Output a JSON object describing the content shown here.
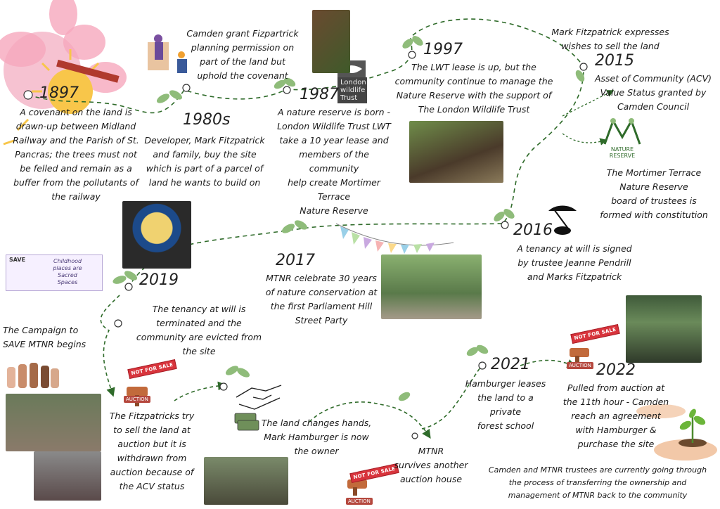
{
  "colors": {
    "path": "#2f6b2a",
    "leaf": "#8fbc7a",
    "text": "#1a1a1a",
    "stamp": "#d8343c"
  },
  "events": {
    "e1897": {
      "year": "1897",
      "text": [
        "A covenant on the land is",
        "drawn-up between Midland",
        "Railway and the Parish of St.",
        "Pancras; the trees must not",
        "be felled and remain as a",
        "buffer from the pollutants of",
        "the railway"
      ]
    },
    "camden": {
      "text": [
        "Camden grant Fizpartrick",
        "planning permission on",
        "part of the land but",
        "uphold the covenant"
      ]
    },
    "e1980s": {
      "year": "1980s",
      "text": [
        "Developer, Mark Fitzpatrick",
        "and family, buy the site",
        "which is part of a parcel of",
        "land he wants to build on"
      ]
    },
    "e1987": {
      "year": "1987",
      "text": [
        "A nature reserve is born -",
        "London Wildlife Trust LWT",
        "take a 10 year lease and",
        "members of the community",
        "help create Mortimer",
        "Terrace",
        "Nature Reserve"
      ]
    },
    "e1997": {
      "year": "1997",
      "text": [
        "The LWT lease is up, but the",
        "community continue to manage the",
        "Nature Reserve with the support of",
        "The London Wildlife Trust"
      ]
    },
    "e2015": {
      "year": "2015",
      "pre": [
        "Mark Fitzpatrick expresses",
        "wishes to sell the land"
      ],
      "acv": [
        "Asset of Community (ACV)",
        "Value Status granted by",
        "Camden Council"
      ],
      "board": [
        "The Mortimer Terrace",
        "Nature Reserve",
        "board of trustees is",
        "formed with constitution"
      ]
    },
    "e2016": {
      "year": "2016",
      "text": [
        "A tenancy at will is signed",
        "by trustee Jeanne Pendrill",
        "and Marks Fitzpatrick"
      ]
    },
    "e2017": {
      "year": "2017",
      "text": [
        "MTNR celebrate 30 years",
        "of nature conservation at",
        "the first  Parliament Hill",
        "Street Party"
      ]
    },
    "e2019": {
      "year": "2019",
      "text": [
        "The tenancy at will is",
        "terminated and the",
        "community are evicted from",
        "the site"
      ]
    },
    "campaign": {
      "text": [
        "The Campaign to",
        "SAVE MTNR begins"
      ]
    },
    "auction1": {
      "text": [
        "The Fitzpatricks try",
        "to sell the land at",
        "auction but it is",
        "withdrawn from",
        "auction because of",
        "the ACV status"
      ]
    },
    "hands": {
      "text": [
        "The land changes hands,",
        "Mark Hamburger is now",
        "the owner"
      ]
    },
    "survives": {
      "text": [
        "MTNR",
        "survives another",
        "auction house"
      ]
    },
    "e2021": {
      "year": "2021",
      "text": [
        "Hamburger leases",
        "the land to a",
        "private",
        "forest school"
      ]
    },
    "e2022": {
      "year": "2022",
      "text": [
        "Pulled from auction at",
        "the 11th hour - Camden",
        "reach an agreement",
        "with Hamburger &",
        "purchase the site"
      ]
    },
    "current": {
      "text": [
        "Camden and MTNR trustees are currently going through",
        "the process of transferring the ownership and",
        "management of MTNR back to the community"
      ]
    }
  },
  "logos": {
    "lwt": [
      "London",
      "wildlife",
      "Trust"
    ],
    "nature_reserve": [
      "NATURE",
      "RESERVE"
    ]
  },
  "stamps": {
    "not_for_sale": "NOT FOR SALE",
    "auction": "AUCTION"
  },
  "campaign_sign": {
    "save": "SAVE",
    "headline": [
      "Childhood",
      "places are",
      "Sacred",
      "Spaces"
    ]
  }
}
